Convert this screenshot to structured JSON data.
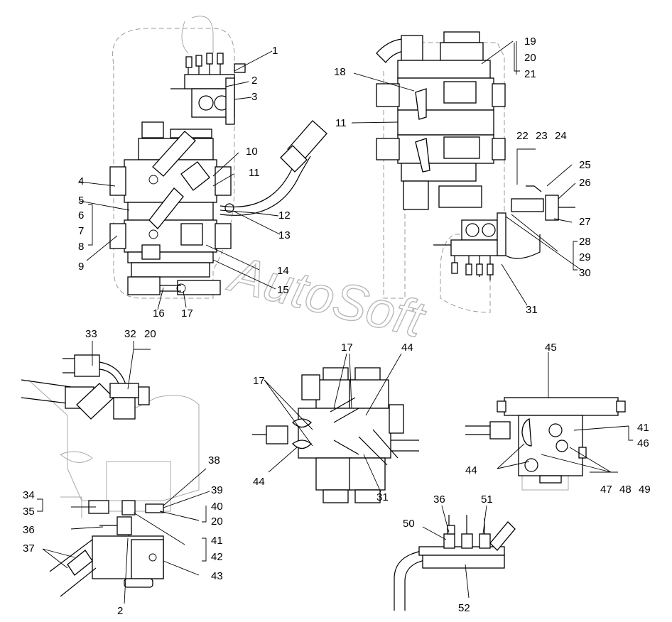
{
  "watermark": "AutoSoft",
  "callouts": {
    "n1": "1",
    "n2": "2",
    "n3": "3",
    "n4": "4",
    "n5": "5",
    "n6": "6",
    "n7": "7",
    "n8": "8",
    "n9": "9",
    "n10": "10",
    "n11a": "11",
    "n11b": "11",
    "n12": "12",
    "n13": "13",
    "n14": "14",
    "n15": "15",
    "n16": "16",
    "n17a": "17",
    "n18": "18",
    "n19": "19",
    "n20a": "20",
    "n21": "21",
    "n22": "22",
    "n23": "23",
    "n24": "24",
    "n25": "25",
    "n26": "26",
    "n27": "27",
    "n28": "28",
    "n29": "29",
    "n30": "30",
    "n31a": "31",
    "n33": "33",
    "n32": "32",
    "n20b": "20",
    "n34": "34",
    "n35": "35",
    "n36a": "36",
    "n37": "37",
    "n2b": "2",
    "n38": "38",
    "n39": "39",
    "n40": "40",
    "n20c": "20",
    "n41a": "41",
    "n42": "42",
    "n43": "43",
    "n17b": "17",
    "n17c": "17",
    "n44a": "44",
    "n44b": "44",
    "n31b": "31",
    "n45": "45",
    "n41b": "41",
    "n46": "46",
    "n44c": "44",
    "n47": "47",
    "n48": "48",
    "n49": "49",
    "n36b": "36",
    "n50": "50",
    "n51": "51",
    "n52": "52"
  }
}
